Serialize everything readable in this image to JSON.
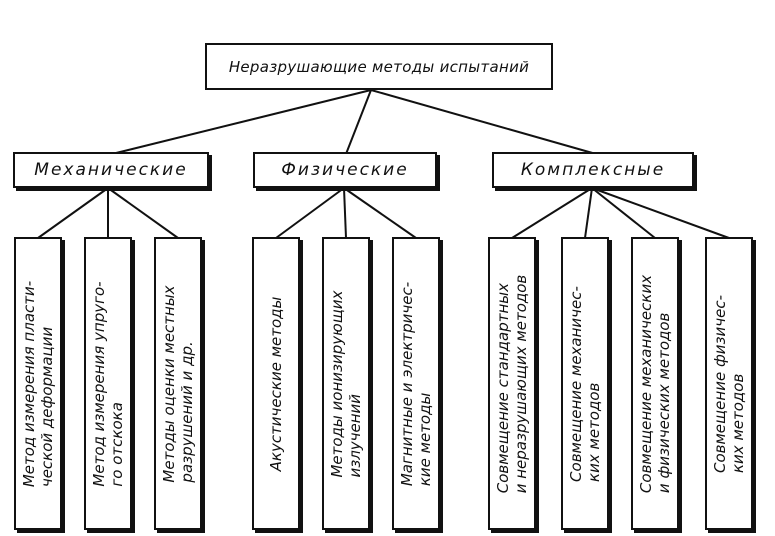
{
  "root": {
    "label": "Неразрушающие методы испытаний"
  },
  "categories": [
    {
      "label": "Механические",
      "leaves": [
        {
          "lines": [
            "Метод измерения пласти-",
            "ческой деформации"
          ]
        },
        {
          "lines": [
            "Метод измерения упруго-",
            "го отскока"
          ]
        },
        {
          "lines": [
            "Методы оценки местных",
            "разрушений и др."
          ]
        }
      ]
    },
    {
      "label": "Физические",
      "leaves": [
        {
          "lines": [
            "Акустические методы"
          ]
        },
        {
          "lines": [
            "Методы ионизирующих",
            "излучений"
          ]
        },
        {
          "lines": [
            "Магнитные и электричес-",
            "кие методы"
          ]
        }
      ]
    },
    {
      "label": "Комплексные",
      "leaves": [
        {
          "lines": [
            "Совмещение стандартных",
            "и неразрушающих методов"
          ]
        },
        {
          "lines": [
            "Совмещение механичес-",
            "ких методов"
          ]
        },
        {
          "lines": [
            "Совмещение механических",
            "и физических методов"
          ]
        },
        {
          "lines": [
            "Совмещение физичес-",
            "ких методов"
          ]
        }
      ]
    }
  ]
}
